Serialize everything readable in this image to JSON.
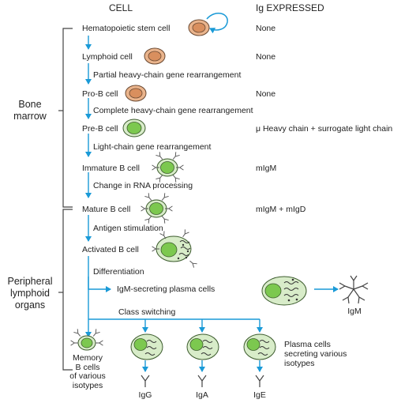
{
  "headers": {
    "cell": "CELL",
    "ig": "Ig EXPRESSED"
  },
  "regions": {
    "bone_marrow": [
      "Bone",
      "marrow"
    ],
    "peripheral": [
      "Peripheral",
      "lymphoid",
      "organs"
    ]
  },
  "cells": {
    "hsc": "Hematopoietic stem  cell",
    "lymphoid": "Lymphoid cell",
    "prob": "Pro-B cell",
    "preb": "Pre-B cell",
    "immature": "Immature B cell",
    "mature": "Mature B cell",
    "activated": "Activated B cell"
  },
  "steps": {
    "partial": "Partial heavy-chain gene rearrangement",
    "complete": "Complete heavy-chain gene rearrangement",
    "light": "Light-chain gene rearrangement",
    "rna": "Change in RNA processing",
    "antigen": "Antigen stimulation",
    "diff": "Differentiation",
    "igm_plasma": "IgM-secreting plasma cells",
    "class_switch": "Class switching"
  },
  "ig": {
    "hsc": "None",
    "lymphoid": "None",
    "prob": "None",
    "preb": "μ Heavy chain + surrogate light chain",
    "immature": "mIgM",
    "mature": "mIgM + mIgD"
  },
  "outputs": {
    "igm": "IgM",
    "igg": "IgG",
    "iga": "IgA",
    "ige": "IgE"
  },
  "memory": [
    "Memory",
    "B cells",
    "of various",
    "isotypes"
  ],
  "plasma_various": [
    "Plasma cells",
    "secreting various",
    "isotypes"
  ],
  "colors": {
    "arrow": "#1a9ad7",
    "orange_fill": "#eab48c",
    "orange_nucleus": "#d98f5e",
    "green_fill": "#7cc84f",
    "pale_green": "#d8ecc9",
    "line": "#555555"
  }
}
